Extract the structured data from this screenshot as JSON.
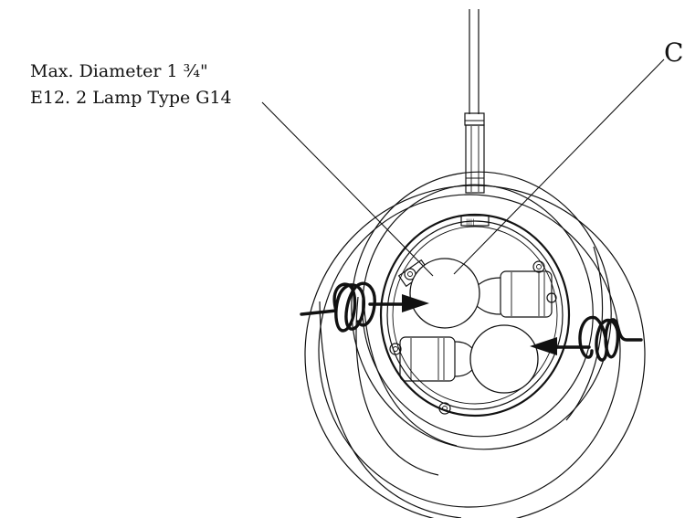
{
  "labels": {
    "max_diameter": "Max. Diameter 1 ¾\"",
    "lamp_type": "E12. 2 Lamp Type G14",
    "callout_c": "C"
  },
  "colors": {
    "line": "#111111",
    "background": "#ffffff"
  }
}
